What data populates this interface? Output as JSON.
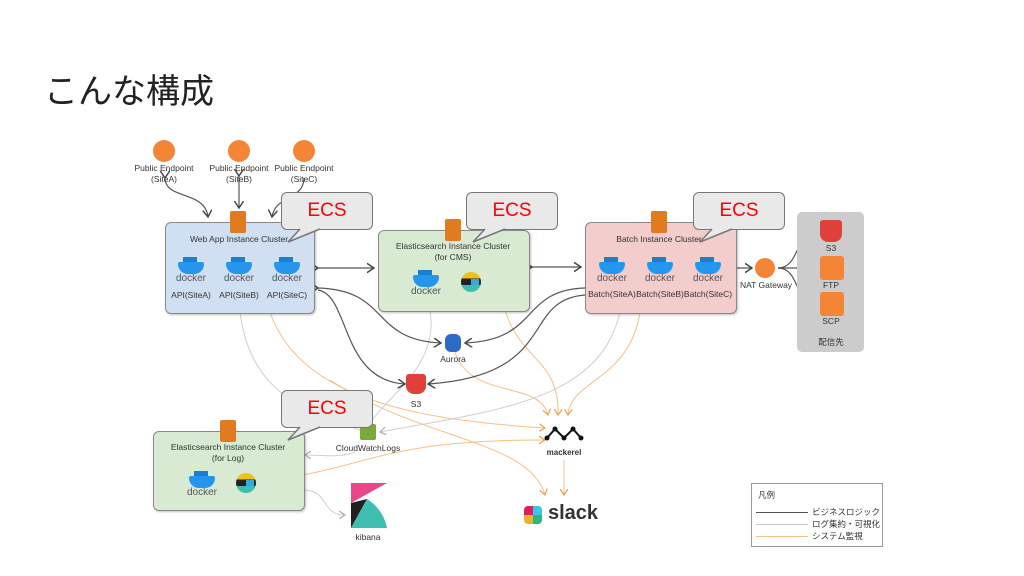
{
  "title": "こんな構成",
  "endpoints": [
    {
      "label": "Public Endpoint",
      "site": "(SiteA)"
    },
    {
      "label": "Public Endpoint",
      "site": "(SiteB)"
    },
    {
      "label": "Public Endpoint",
      "site": "(SiteC)"
    }
  ],
  "callout": "ECS",
  "webapp": {
    "title": "Web App Instance Cluster",
    "apis": [
      "API(SiteA)",
      "API(SiteB)",
      "API(SiteC)"
    ]
  },
  "es_cms": {
    "title": "Elasticsearch Instance Cluster",
    "subtitle": "(for CMS)"
  },
  "batch": {
    "title": "Batch Instance Cluster",
    "jobs": [
      "Batch(SiteA)",
      "Batch(SiteB)",
      "Batch(SiteC)"
    ]
  },
  "nat": "NAT Gateway",
  "destinations": {
    "items": [
      "S3",
      "FTP",
      "SCP"
    ],
    "caption": "配信先"
  },
  "aurora": "Aurora",
  "s3": "S3",
  "cloudwatch": "CloudWatchLogs",
  "es_log": {
    "title": "Elasticsearch Instance Cluster",
    "subtitle": "(for Log)"
  },
  "mackerel": "mackerel",
  "kibana": "kibana",
  "slack": "slack",
  "docker": "docker",
  "legend": {
    "title": "凡例",
    "items": [
      {
        "label": "ビジネスロジック",
        "color": "#555555"
      },
      {
        "label": "ログ集約・可視化",
        "color": "#c8c8c8"
      },
      {
        "label": "システム監視",
        "color": "#f3c08a"
      }
    ]
  },
  "colors": {
    "aws_orange": "#f58536",
    "web_box": "#d0e0f2",
    "es_box": "#d8ead2",
    "batch_box": "#f3cccc",
    "callout_text": "#ff0000"
  }
}
